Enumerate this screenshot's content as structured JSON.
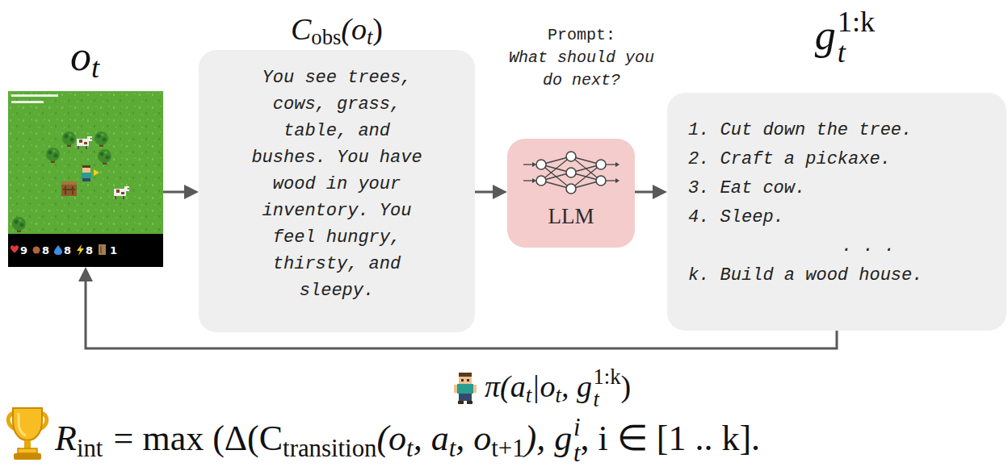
{
  "diagram": {
    "nodes": [
      {
        "text": [
          "9",
          "8",
          "8",
          "8",
          "1"
        ]
      },
      {
        "text": [
          "You see trees, cows, grass, table, and bushes. You have wood in your inventory. You feel hungry, thirsty, and sleepy."
        ]
      },
      {
        "text": [
          "LLM"
        ]
      },
      {
        "text": [
          "1. Cut down the tree.",
          "2. Craft a pickaxe.",
          "3. Eat cow.",
          "4. Sleep.",
          ". . .",
          "k. Build a wood house."
        ]
      }
    ],
    "edges": [
      {
        "from": 0,
        "to": 1,
        "arrow": "to"
      },
      {
        "from": 1,
        "to": 2,
        "arrow": "to"
      },
      {
        "from": 2,
        "to": 3,
        "arrow": "to"
      },
      {
        "from": 3,
        "to": 0,
        "arrow": "to"
      }
    ],
    "labels": [
      "o",
      "t",
      "C",
      "obs",
      "(o",
      "t",
      ")",
      "Prompt:",
      "What should you do next?",
      "g",
      "1:k",
      "t",
      "π(a",
      "t",
      "|o",
      "t",
      ", g",
      "1:k",
      "t",
      ")",
      "R",
      "int",
      "= max (Δ(C",
      "transition",
      "(o",
      "t",
      ", a",
      "t",
      ", o",
      "t+1",
      "), g",
      "i",
      "t",
      ", i ∈ [1 .. k]."
    ]
  }
}
